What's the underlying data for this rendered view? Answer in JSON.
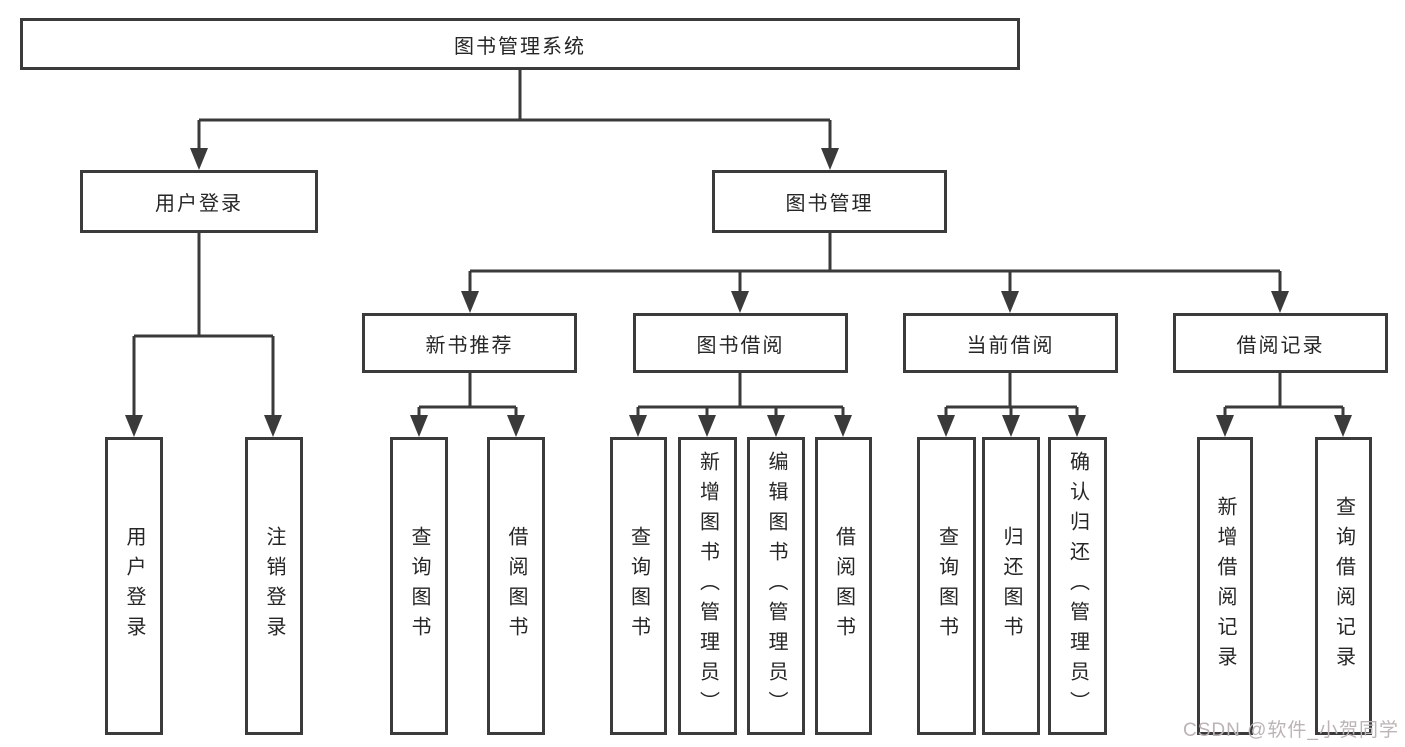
{
  "diagram": {
    "root": "图书管理系统",
    "branches": [
      {
        "label": "用户登录",
        "children": [
          "用户登录",
          "注销登录"
        ]
      },
      {
        "label": "图书管理",
        "children": [
          {
            "label": "新书推荐",
            "children": [
              "查询图书",
              "借阅图书"
            ]
          },
          {
            "label": "图书借阅",
            "children": [
              "查询图书",
              "新增图书（管理员）",
              "编辑图书（管理员）",
              "借阅图书"
            ]
          },
          {
            "label": "当前借阅",
            "children": [
              "查询图书",
              "归还图书",
              "确认归还（管理员）"
            ]
          },
          {
            "label": "借阅记录",
            "children": [
              "新增借阅记录",
              "查询借阅记录"
            ]
          }
        ]
      }
    ],
    "watermark": "CSDN @软件_小贺同学",
    "colors": {
      "line": "#3a3a3a",
      "border": "#3b3b3b",
      "text": "#262626",
      "watermark": "#bcb4b4",
      "background": "#ffffff"
    }
  }
}
